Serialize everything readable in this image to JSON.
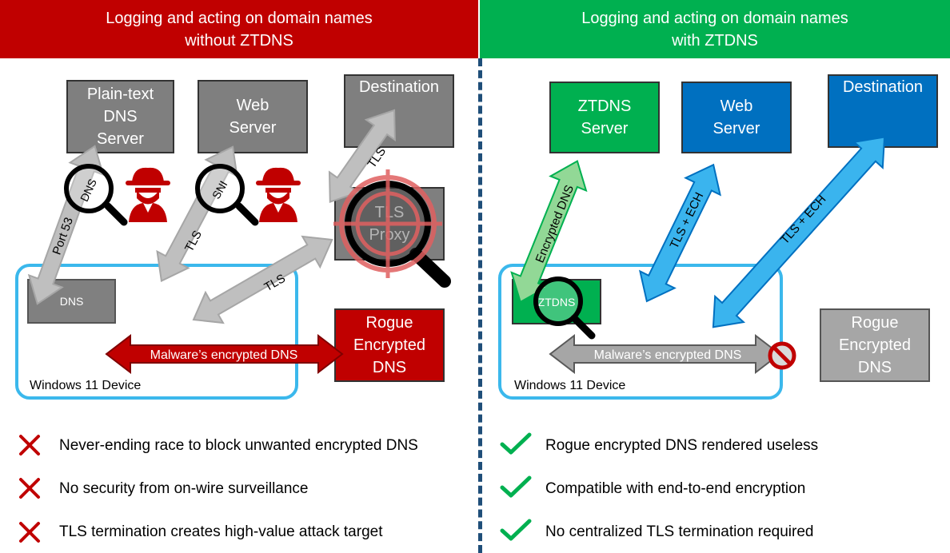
{
  "left_panel": {
    "title_line1": "Logging and acting on domain names",
    "title_line2": "without ZTDNS",
    "plaintext_dns": [
      "Plain-text",
      "DNS",
      "Server"
    ],
    "web_server": [
      "Web",
      "Server"
    ],
    "destination": "Destination",
    "tls_proxy": [
      "TLS",
      "Proxy"
    ],
    "dns_box": "DNS",
    "rogue": [
      "Rogue",
      "Encrypted",
      "DNS"
    ],
    "device_label": "Windows 11 Device",
    "arrow_port53": "Port 53",
    "arrow_tls_web": "TLS",
    "arrow_tls_dest": "TLS",
    "arrow_tls_proxy": "TLS",
    "arrow_malware": "Malware’s encrypted DNS",
    "magnifier_dns": "DNS",
    "magnifier_sni": "SNI",
    "bullets": [
      "Never-ending race to block unwanted encrypted DNS",
      "No security from on-wire surveillance",
      "TLS termination creates high-value attack target"
    ]
  },
  "right_panel": {
    "title_line1": "Logging and acting on domain names",
    "title_line2": "with ZTDNS",
    "ztdns_server": [
      "ZTDNS",
      "Server"
    ],
    "web_server": [
      "Web",
      "Server"
    ],
    "destination": "Destination",
    "ztdns_box": "ZTDNS",
    "rogue": [
      "Rogue",
      "Encrypted",
      "DNS"
    ],
    "device_label": "Windows 11 Device",
    "arrow_encrypted_dns": "Encrypted DNS",
    "arrow_tls_ech_web": "TLS + ECH",
    "arrow_tls_ech_dest": "TLS + ECH",
    "arrow_malware": "Malware’s encrypted DNS",
    "bullets": [
      "Rogue encrypted DNS rendered useless",
      "Compatible with end-to-end encryption",
      "No centralized TLS termination required"
    ]
  },
  "colors": {
    "left_header": "#c00000",
    "right_header": "#00b050",
    "gray_box": "#7f7f7f",
    "rogue_red": "#c00000",
    "ztdns_green": "#00b050",
    "blue_box": "#0070c0",
    "device_outline": "#3bb8ec",
    "cross": "#c00000",
    "check": "#00b050"
  },
  "icons": [
    "spy-icon",
    "magnifier-icon",
    "crosshair-icon",
    "no-entry-icon",
    "cross-icon",
    "check-icon"
  ]
}
